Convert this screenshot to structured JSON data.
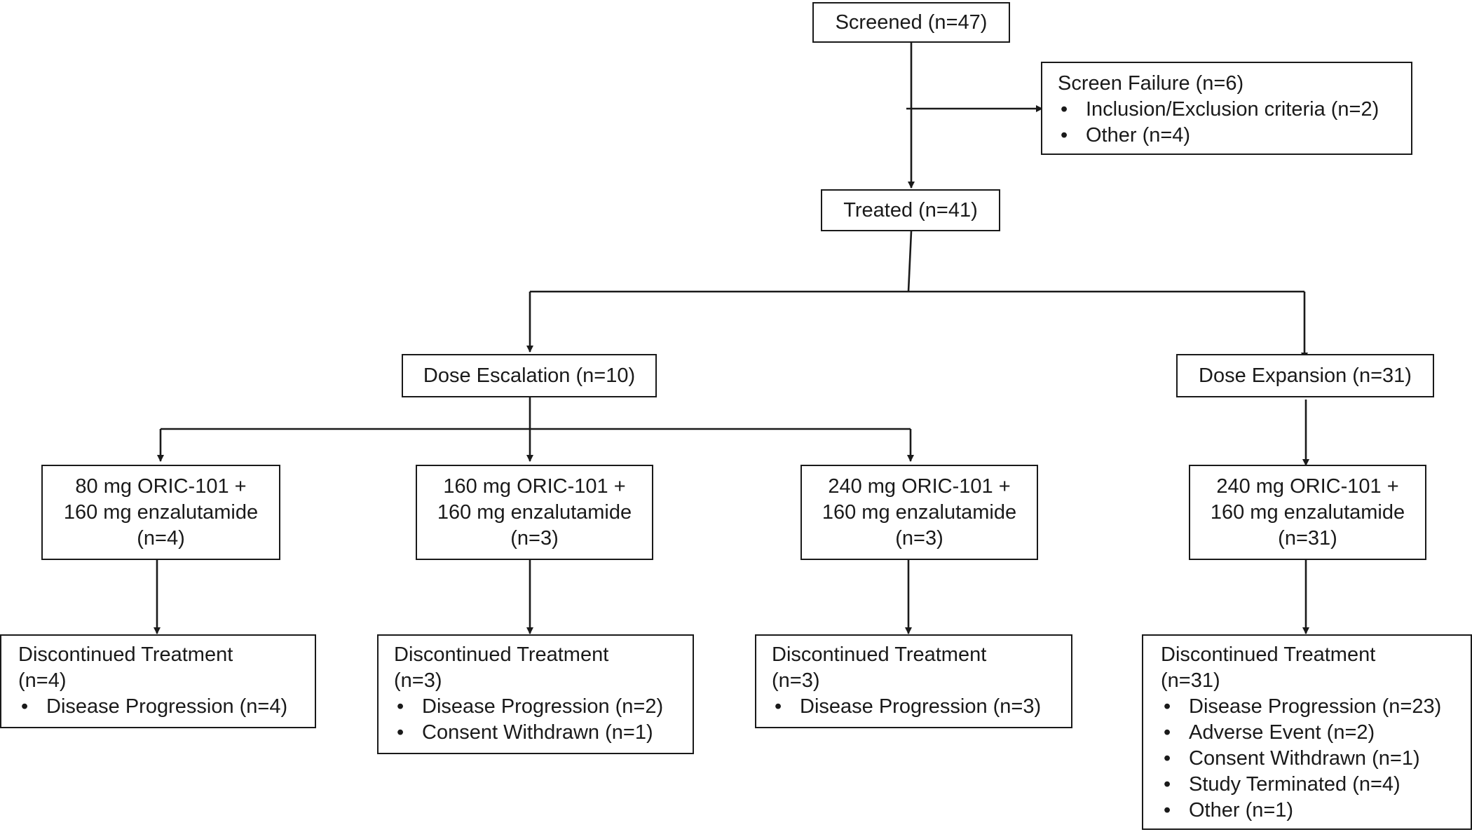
{
  "screened": {
    "label": "Screened (n=47)"
  },
  "screen_failure": {
    "title": "Screen Failure (n=6)",
    "items": [
      "Inclusion/Exclusion criteria (n=2)",
      "Other (n=4)"
    ]
  },
  "treated": {
    "label": "Treated (n=41)"
  },
  "dose_escalation": {
    "label": "Dose Escalation (n=10)"
  },
  "dose_expansion": {
    "label": "Dose Expansion (n=31)"
  },
  "arms": [
    {
      "line1": "80 mg ORIC-101 +",
      "line2": "160 mg enzalutamide",
      "line3": "(n=4)"
    },
    {
      "line1": "160 mg ORIC-101 +",
      "line2": "160 mg enzalutamide",
      "line3": "(n=3)"
    },
    {
      "line1": "240 mg ORIC-101 +",
      "line2": "160 mg enzalutamide",
      "line3": "(n=3)"
    },
    {
      "line1": "240 mg ORIC-101 +",
      "line2": "160 mg enzalutamide",
      "line3": "(n=31)"
    }
  ],
  "discontinued": [
    {
      "title": "Discontinued Treatment",
      "n": "(n=4)",
      "items": [
        "Disease Progression (n=4)"
      ]
    },
    {
      "title": "Discontinued Treatment",
      "n": "(n=3)",
      "items": [
        "Disease Progression (n=2)",
        "Consent Withdrawn (n=1)"
      ]
    },
    {
      "title": "Discontinued Treatment",
      "n": "(n=3)",
      "items": [
        "Disease Progression (n=3)"
      ]
    },
    {
      "title": "Discontinued Treatment",
      "n": "(n=31)",
      "items": [
        "Disease Progression (n=23)",
        "Adverse Event (n=2)",
        "Consent Withdrawn (n=1)",
        "Study Terminated (n=4)",
        "Other (n=1)"
      ]
    }
  ]
}
